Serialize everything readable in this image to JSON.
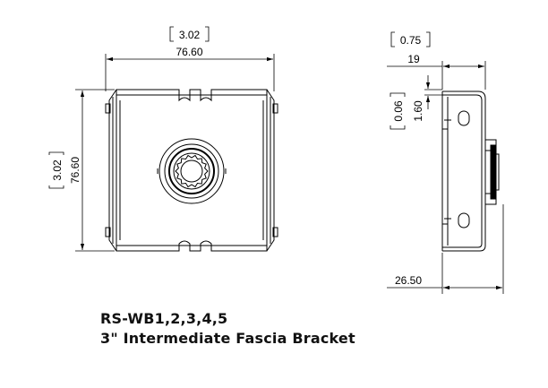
{
  "front_view": {
    "width_in": "3.02",
    "width_mm": "76.60",
    "height_in": "3.02",
    "height_mm": "76.60"
  },
  "side_view": {
    "depth_in": "0.75",
    "depth_mm": "19",
    "thickness_in": "0.06",
    "thickness_mm": "1.60",
    "overall_depth_mm": "26.50"
  },
  "title": {
    "model": "RS-WB1,2,3,4,5",
    "description": "3\" Intermediate Fascia Bracket"
  }
}
